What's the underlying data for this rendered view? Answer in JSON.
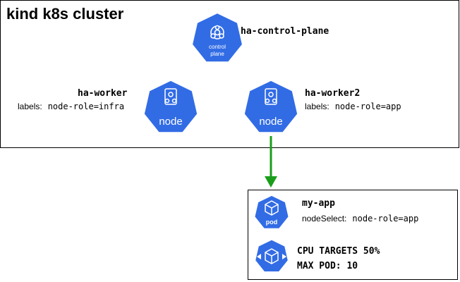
{
  "cluster": {
    "title": "kind k8s cluster",
    "control_plane": {
      "name": "ha-control-plane",
      "icon_line1": "control",
      "icon_line2": "plane",
      "icon": "control-plane-icon"
    },
    "worker1": {
      "name": "ha-worker",
      "labels_prefix": "labels:",
      "labels_value": "node-role=infra",
      "icon_text": "node",
      "icon": "node-icon"
    },
    "worker2": {
      "name": "ha-worker2",
      "labels_prefix": "labels:",
      "labels_value": "node-role=app",
      "icon_text": "node",
      "icon": "node-icon"
    }
  },
  "app": {
    "name": "my-app",
    "selector_prefix": "nodeSelect:",
    "selector_value": "node-role=app",
    "pod_icon_text": "pod",
    "hpa_line1": "CPU TARGETS 50%",
    "hpa_line2": "MAX POD: 10",
    "pod_icon": "pod-icon",
    "hpa_icon": "hpa-icon"
  },
  "colors": {
    "k8s_blue": "#326CE5",
    "arrow_green": "#1A9E1A",
    "border": "#000000"
  }
}
